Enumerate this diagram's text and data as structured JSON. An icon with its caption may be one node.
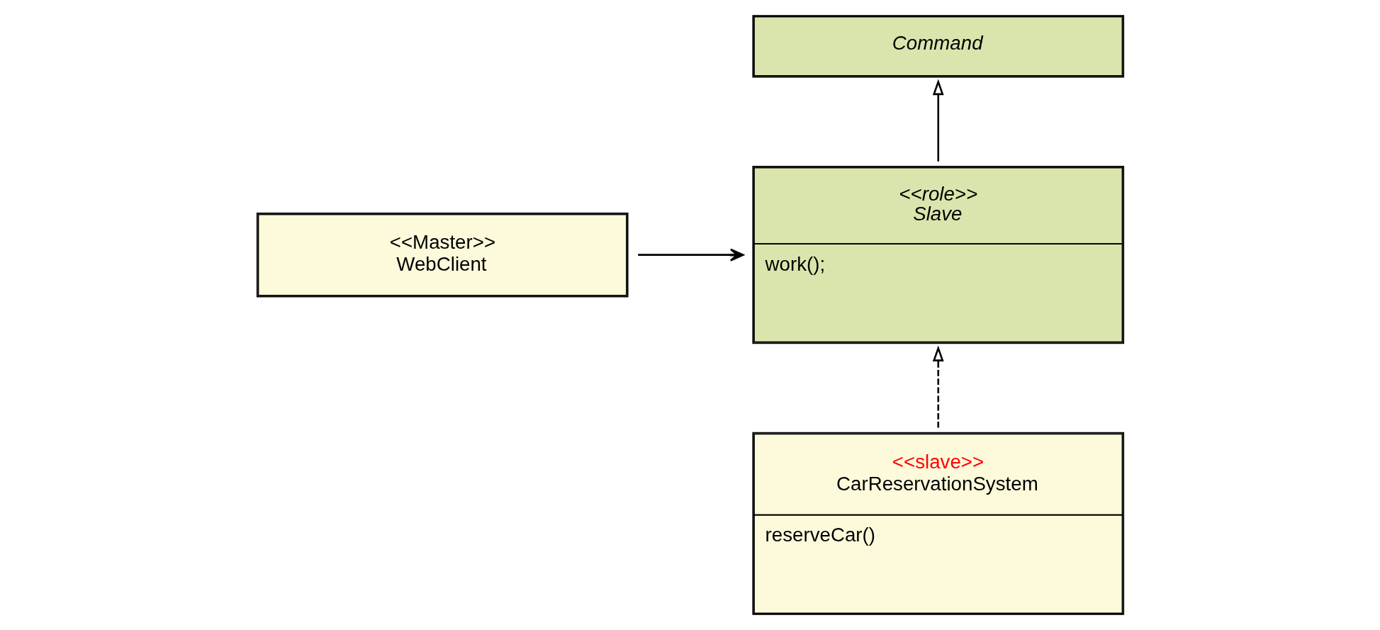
{
  "diagram": {
    "nodes": [
      {
        "text": [
          "<<Master>>",
          "WebClient"
        ]
      },
      {
        "text": [
          "<<role>>",
          "Slave",
          "work();"
        ]
      },
      {
        "text": [
          "Command"
        ]
      },
      {
        "text": [
          "<<slave>>",
          "CarReservationSystem",
          "reserveCar()"
        ]
      }
    ],
    "edges": [
      {
        "from": 0,
        "to": 1,
        "arrow": "to"
      },
      {
        "from": 1,
        "to": 2,
        "arrow": "to"
      },
      {
        "from": 3,
        "to": 1,
        "arrow": "to",
        "style": "dashed"
      }
    ]
  }
}
